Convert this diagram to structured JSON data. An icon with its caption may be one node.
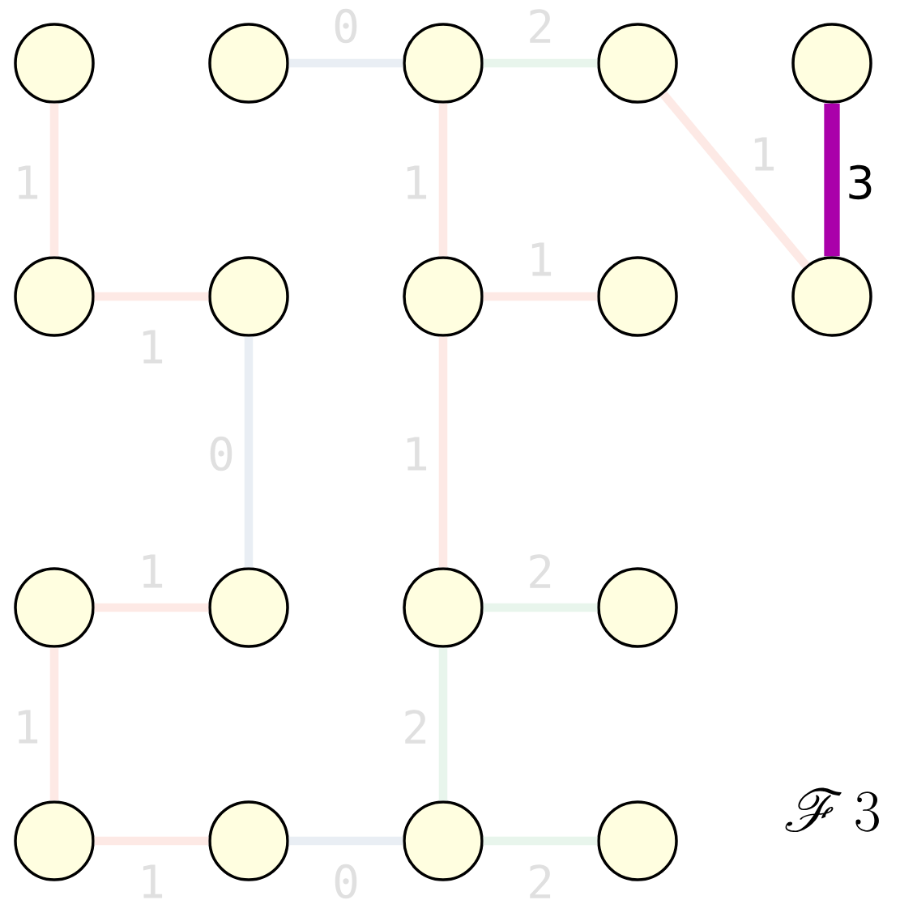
{
  "diagram": {
    "nodes": [
      {
        "text": [],
        "shape": "circle"
      },
      {
        "text": [],
        "shape": "circle"
      },
      {
        "text": [],
        "shape": "circle"
      },
      {
        "text": [],
        "shape": "circle"
      },
      {
        "text": [],
        "shape": "circle"
      },
      {
        "text": [],
        "shape": "circle"
      },
      {
        "text": [],
        "shape": "circle"
      },
      {
        "text": [],
        "shape": "circle"
      },
      {
        "text": [],
        "shape": "circle"
      },
      {
        "text": [],
        "shape": "circle"
      },
      {
        "text": [],
        "shape": "circle"
      },
      {
        "text": [],
        "shape": "circle"
      },
      {
        "text": [],
        "shape": "circle"
      },
      {
        "text": [],
        "shape": "circle"
      },
      {
        "text": [],
        "shape": "circle"
      },
      {
        "text": [],
        "shape": "circle"
      },
      {
        "text": [],
        "shape": "circle"
      },
      {
        "text": [],
        "shape": "circle"
      }
    ],
    "edges": [
      {
        "from": 1,
        "to": 2,
        "arrow": "none",
        "label": "0",
        "color": "#e9eef4"
      },
      {
        "from": 2,
        "to": 3,
        "arrow": "none",
        "label": "2",
        "color": "#e8f5ec"
      },
      {
        "from": 0,
        "to": 5,
        "arrow": "none",
        "label": "1",
        "color": "#fde9e5"
      },
      {
        "from": 2,
        "to": 7,
        "arrow": "none",
        "label": "1",
        "color": "#fde9e5"
      },
      {
        "from": 3,
        "to": 9,
        "arrow": "none",
        "label": "1",
        "color": "#fde9e5"
      },
      {
        "from": 4,
        "to": 9,
        "arrow": "none",
        "label": "3",
        "color": "#aa00aa",
        "style": "thick"
      },
      {
        "from": 5,
        "to": 6,
        "arrow": "none",
        "label": "1",
        "color": "#fde9e5"
      },
      {
        "from": 7,
        "to": 8,
        "arrow": "none",
        "label": "1",
        "color": "#fde9e5"
      },
      {
        "from": 6,
        "to": 11,
        "arrow": "none",
        "label": "0",
        "color": "#e9eef4"
      },
      {
        "from": 7,
        "to": 12,
        "arrow": "none",
        "label": "1",
        "color": "#fde9e5"
      },
      {
        "from": 10,
        "to": 11,
        "arrow": "none",
        "label": "1",
        "color": "#fde9e5"
      },
      {
        "from": 12,
        "to": 13,
        "arrow": "none",
        "label": "2",
        "color": "#e8f5ec"
      },
      {
        "from": 10,
        "to": 14,
        "arrow": "none",
        "label": "1",
        "color": "#fde9e5"
      },
      {
        "from": 12,
        "to": 16,
        "arrow": "none",
        "label": "2",
        "color": "#e8f5ec"
      },
      {
        "from": 14,
        "to": 15,
        "arrow": "none",
        "label": "1",
        "color": "#fde9e5"
      },
      {
        "from": 15,
        "to": 16,
        "arrow": "none",
        "label": "0",
        "color": "#e9eef4"
      },
      {
        "from": 16,
        "to": 17,
        "arrow": "none",
        "label": "2",
        "color": "#e8f5ec"
      }
    ],
    "labels": [
      "\\mathscr{F}\\,3"
    ]
  }
}
